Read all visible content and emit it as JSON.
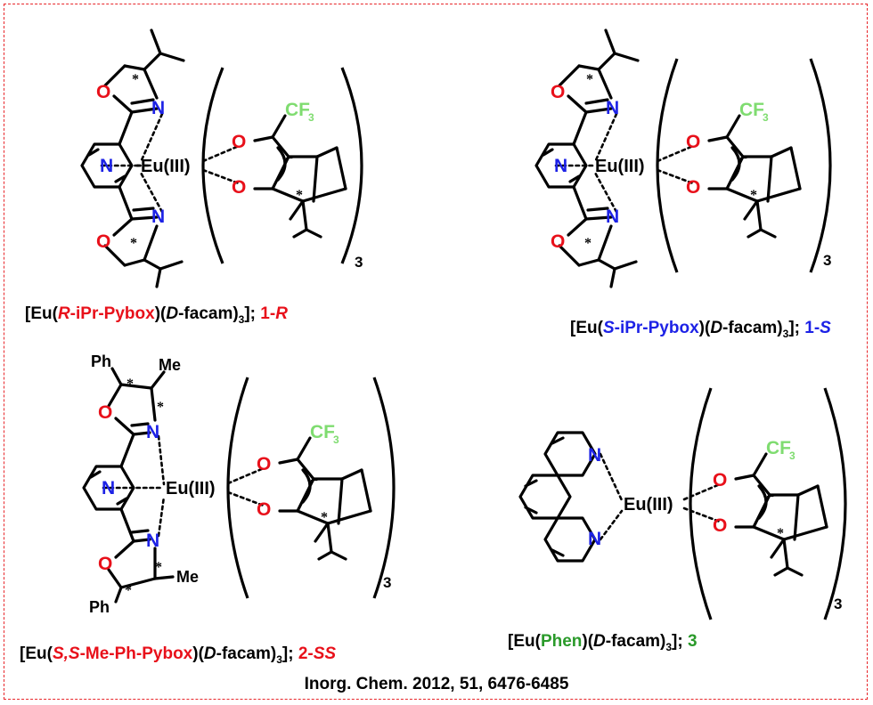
{
  "atoms": {
    "nitrogen": "N",
    "oxygen": "O",
    "europium": "Eu(III)",
    "cf3": "CF",
    "cf3_sub": "3",
    "stereo": "*",
    "charge": "−",
    "phenyl": "Ph",
    "methyl": "Me",
    "count": "3"
  },
  "captions": {
    "c1": {
      "open": "[Eu(",
      "ster": "R",
      "lig": "-iPr-Pybox",
      "mid1": ")(",
      "d": "D",
      "mid2": "-facam)",
      "sub": "3",
      "close": "]; ",
      "id": "1-",
      "idster": "R"
    },
    "c2": {
      "open": "[Eu(",
      "ster": "S",
      "lig": "-iPr-Pybox",
      "mid1": ")(",
      "d": "D",
      "mid2": "-facam)",
      "sub": "3",
      "close": "]; ",
      "id": "1-",
      "idster": "S"
    },
    "c3": {
      "open": "[Eu(",
      "ster": "S,S",
      "lig": "-Me-Ph-Pybox",
      "mid1": ")(",
      "d": "D",
      "mid2": "-facam)",
      "sub": "3",
      "close": "]; ",
      "id": "2-",
      "idster": "SS"
    },
    "c4": {
      "open": "[Eu(",
      "lig": "Phen",
      "mid1": ")(",
      "d": "D",
      "mid2": "-facam)",
      "sub": "3",
      "close": "]; ",
      "id": "3"
    }
  },
  "citation": "Inorg. Chem. 2012, 51, 6476-6485",
  "colors": {
    "red": "#e8101a",
    "blue": "#1d22e6",
    "green": "#2a9a2a",
    "fluorine": "#7fdc70",
    "frame": "#e8262a"
  }
}
